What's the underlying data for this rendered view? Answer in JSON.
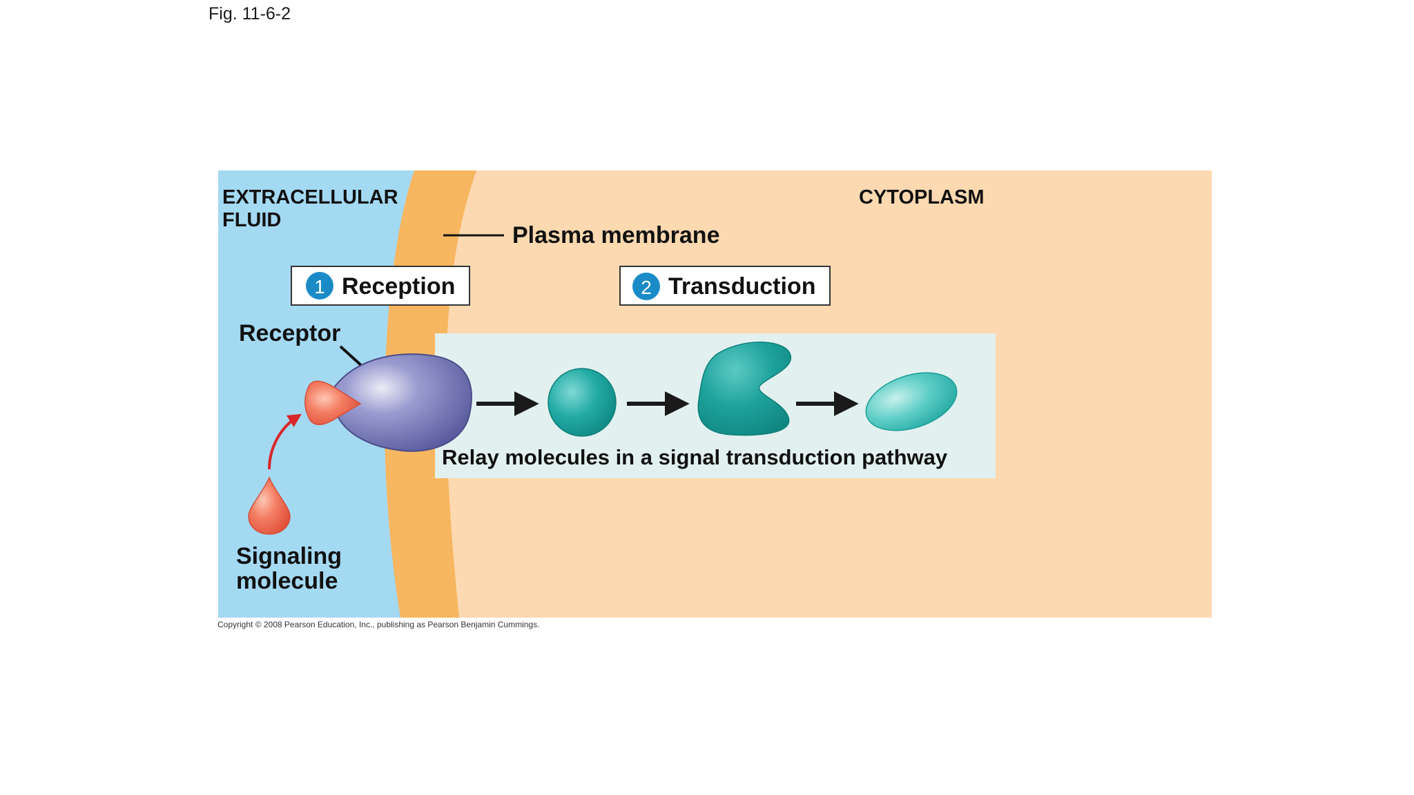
{
  "figure_label": "Fig. 11-6-2",
  "regions": {
    "extracellular_line1": "EXTRACELLULAR",
    "extracellular_line2": "FLUID",
    "cytoplasm": "CYTOPLASM",
    "membrane": "Plasma membrane"
  },
  "steps": [
    {
      "number": "1",
      "label": "Reception"
    },
    {
      "number": "2",
      "label": "Transduction"
    }
  ],
  "labels": {
    "receptor": "Receptor",
    "signaling_line1": "Signaling",
    "signaling_line2": "molecule",
    "relay": "Relay molecules in a signal transduction pathway"
  },
  "copyright": "Copyright © 2008 Pearson Education, Inc., publishing as Pearson Benjamin Cummings.",
  "colors": {
    "extracellular": "#a4d9f2",
    "membrane": "#f7b660",
    "cytoplasm": "#fcd9b1",
    "relay_panel": "#e2f1ef",
    "step_badge": "#1a8bc7",
    "receptor": "#7d7fb8",
    "signal": "#f06a50",
    "relay": "#1ea7a4"
  }
}
